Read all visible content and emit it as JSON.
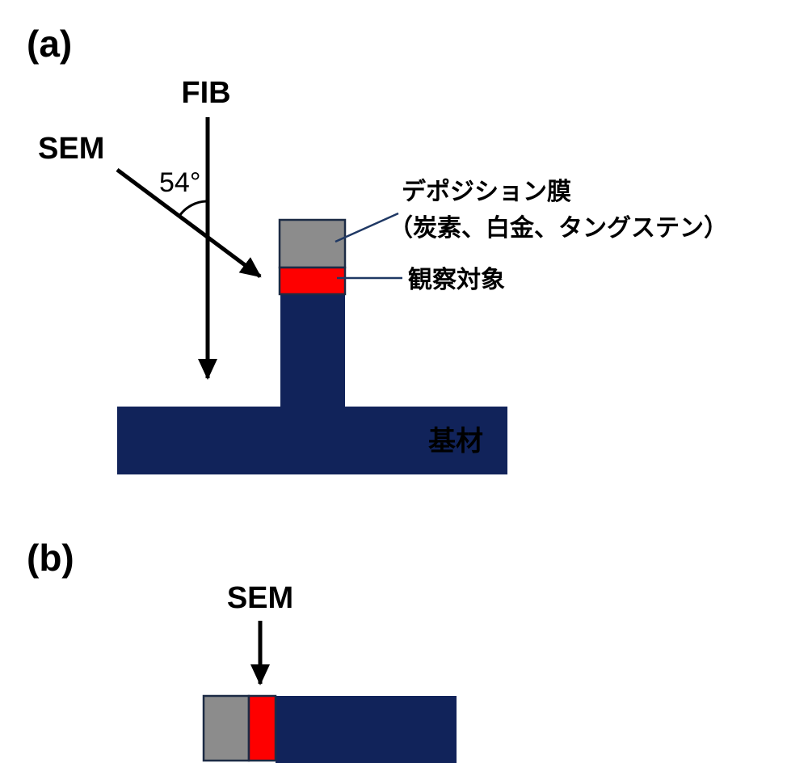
{
  "panel_a": {
    "label": "(a)",
    "fib_beam_label": "FIB",
    "sem_beam_label": "SEM",
    "angle_value": "54°",
    "deposition_film_label": "デポジション膜",
    "deposition_film_materials": "（炭素、白金、タングステン）",
    "observation_target_label": "観察対象",
    "substrate_label": "基材"
  },
  "panel_b": {
    "label": "(b)",
    "sem_beam_label": "SEM"
  },
  "colors": {
    "substrate": "#11235a",
    "deposition_film": "#8c8c8c",
    "observation_target": "#fe0000",
    "outline": "#1c2b45",
    "leader_line": "#1f3864",
    "beam_arrow": "#000000",
    "substrate_label_text": "#ffffff"
  }
}
